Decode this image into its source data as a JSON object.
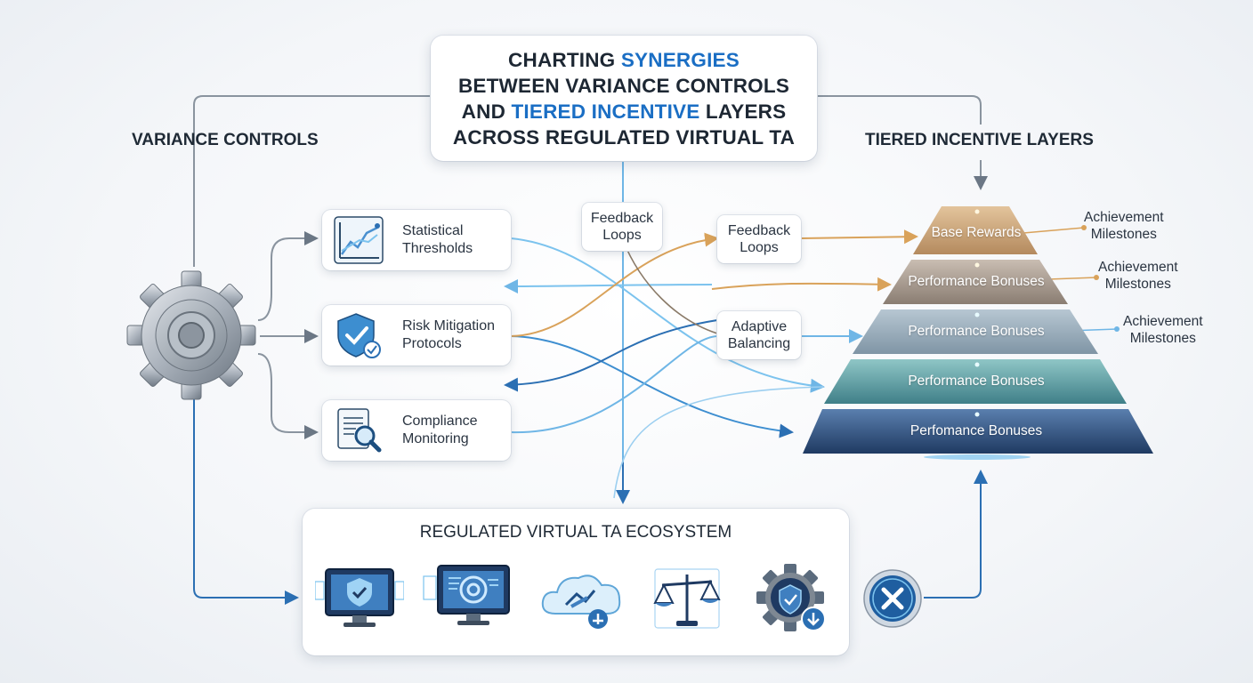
{
  "title": {
    "line1_pre": "CHARTING ",
    "line1_hl": "SYNERGIES",
    "line2": "BETWEEN VARIANCE CONTROLS",
    "line3_pre": "AND ",
    "line3_hl": "TIERED INCENTIVE",
    "line3_post": " LAYERS",
    "line4": "ACROSS REGULATED VIRTUAL TA"
  },
  "left_section": "VARIANCE CONTROLS",
  "right_section": "TIERED INCENTIVE LAYERS",
  "controls": [
    {
      "line1": "Statistical",
      "line2": "Thresholds",
      "icon": "line-chart-icon"
    },
    {
      "line1": "Risk Mitigation",
      "line2": "Protocols",
      "icon": "shield-check-icon"
    },
    {
      "line1": "Compliance",
      "line2": "Monitoring",
      "icon": "document-magnifier-icon"
    }
  ],
  "center_feedback": {
    "line1": "Feedback",
    "line2": "Loops"
  },
  "mid_nodes": [
    {
      "line1": "Feedback",
      "line2": "Loops"
    },
    {
      "line1": "Adaptive",
      "line2": "Balancing"
    }
  ],
  "tiers": [
    "Base Rewards",
    "Performance Bonuses",
    "Performance Bonuses",
    "Performance Bonuses",
    "Perfomance Bonuses"
  ],
  "milestones": [
    {
      "line1": "Achievement",
      "line2": "Milestones"
    },
    {
      "line1": "Achievement",
      "line2": "Milestones"
    },
    {
      "line1": "Achievement",
      "line2": "Milestones"
    }
  ],
  "ecosystem": {
    "title": "REGULATED VIRTUAL TA ECOSYSTEM",
    "icons": [
      "monitor-shield-icon",
      "monitor-target-icon",
      "cloud-network-icon",
      "scales-icon",
      "gear-shield-icon",
      "badge-cross-icon"
    ]
  },
  "colors": {
    "accent_blue": "#1a6ec4",
    "tier_gold": "#c9a57a",
    "tier_taupe": "#9a8f87",
    "tier_slate": "#8ea3b3",
    "tier_teal": "#5e9ea3",
    "tier_navy": "#2d4f7a"
  }
}
